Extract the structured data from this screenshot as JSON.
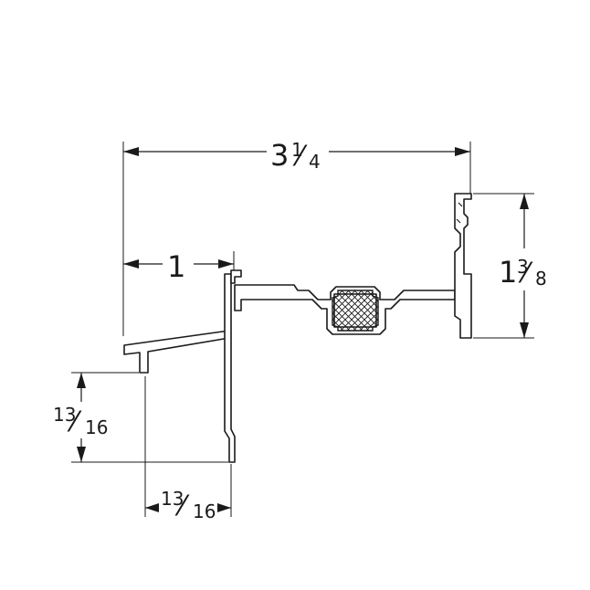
{
  "diagram": {
    "dimensions": {
      "overall_width": {
        "whole": "3",
        "numerator": "1",
        "denominator": "4"
      },
      "overall_height": {
        "whole": "1",
        "numerator": "3",
        "denominator": "8"
      },
      "step_width": {
        "whole": "1"
      },
      "lip_height": {
        "numerator": "13",
        "denominator": "16"
      },
      "lip_width": {
        "numerator": "13",
        "denominator": "16"
      }
    }
  }
}
